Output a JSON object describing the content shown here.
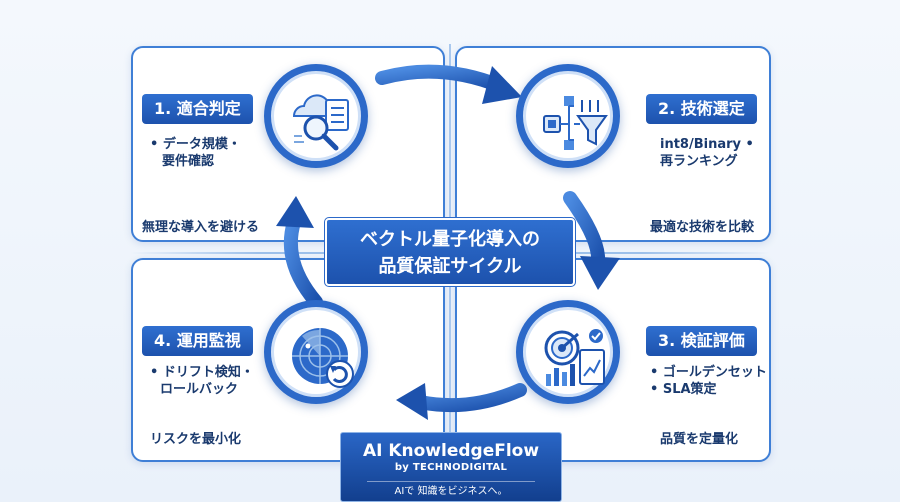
{
  "center_title": {
    "line1": "ベクトル量子化導入の",
    "line2": "品質保証サイクル"
  },
  "steps": [
    {
      "title": "1. 適合判定",
      "bullet_line1": "• データ規模・",
      "bullet_line2": "要件確認",
      "note": "無理な導入を避ける",
      "icon": "cloud-magnifier-checklist-icon"
    },
    {
      "title": "2. 技術選定",
      "bullet_line1": "int8/Binary •",
      "bullet_line2": "再ランキング",
      "note": "最適な技術を比較",
      "icon": "chip-flow-funnel-icon"
    },
    {
      "title": "3. 検証評価",
      "bullet_line1": "• ゴールデンセット",
      "bullet_line2": "• SLA策定",
      "note": "品質を定量化",
      "icon": "target-chart-clipboard-icon"
    },
    {
      "title": "4. 運用監視",
      "bullet_line1": "• ドリフト検知・",
      "bullet_line2": "ロールバック",
      "note": "リスクを最小化",
      "icon": "radar-rollback-icon"
    }
  ],
  "brand": {
    "name": "AI KnowledgeFlow",
    "by": "by TECHNODIGITAL",
    "tagline": "AIで 知識をビジネスへ。"
  },
  "colors": {
    "primary": "#2c69c9",
    "dark": "#1d52ad",
    "panel_border": "#3f7fd6",
    "background": "#eef4fb"
  }
}
